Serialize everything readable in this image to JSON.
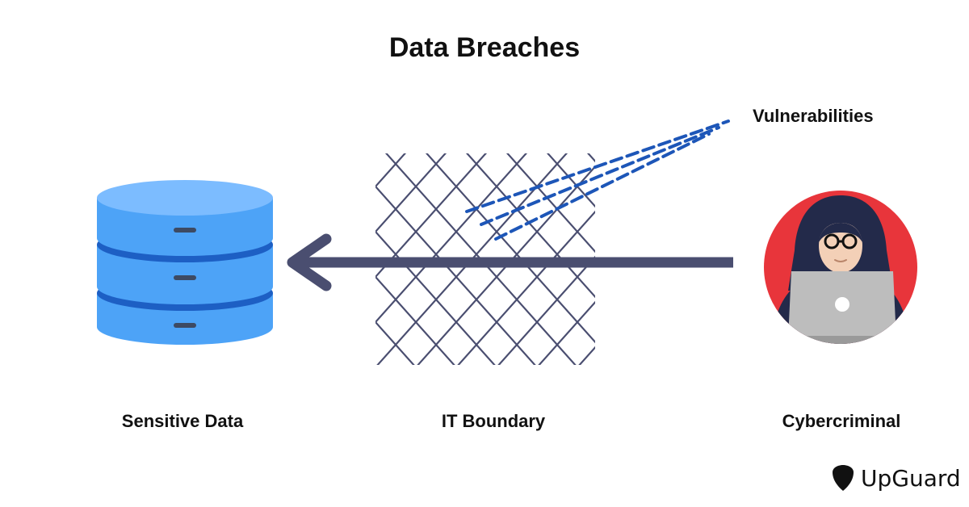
{
  "diagram": {
    "title": "Data Breaches",
    "nodes": {
      "sensitive_data": {
        "label": "Sensitive Data",
        "icon": "database-icon",
        "color": "#4da3f7"
      },
      "it_boundary": {
        "label": "IT Boundary",
        "icon": "chain-link-fence-icon",
        "color": "#4a4e70"
      },
      "cybercriminal": {
        "label": "Cybercriminal",
        "icon": "hacker-icon",
        "color": "#e8353b"
      },
      "vulnerabilities": {
        "label": "Vulnerabilities",
        "icon": "dashed-lines-icon",
        "color": "#1d56b8"
      }
    },
    "arrow": {
      "from": "cybercriminal",
      "to": "sensitive_data",
      "color": "#4a4e70"
    }
  },
  "brand": {
    "name": "UpGuard",
    "icon": "upguard-shield-icon"
  }
}
